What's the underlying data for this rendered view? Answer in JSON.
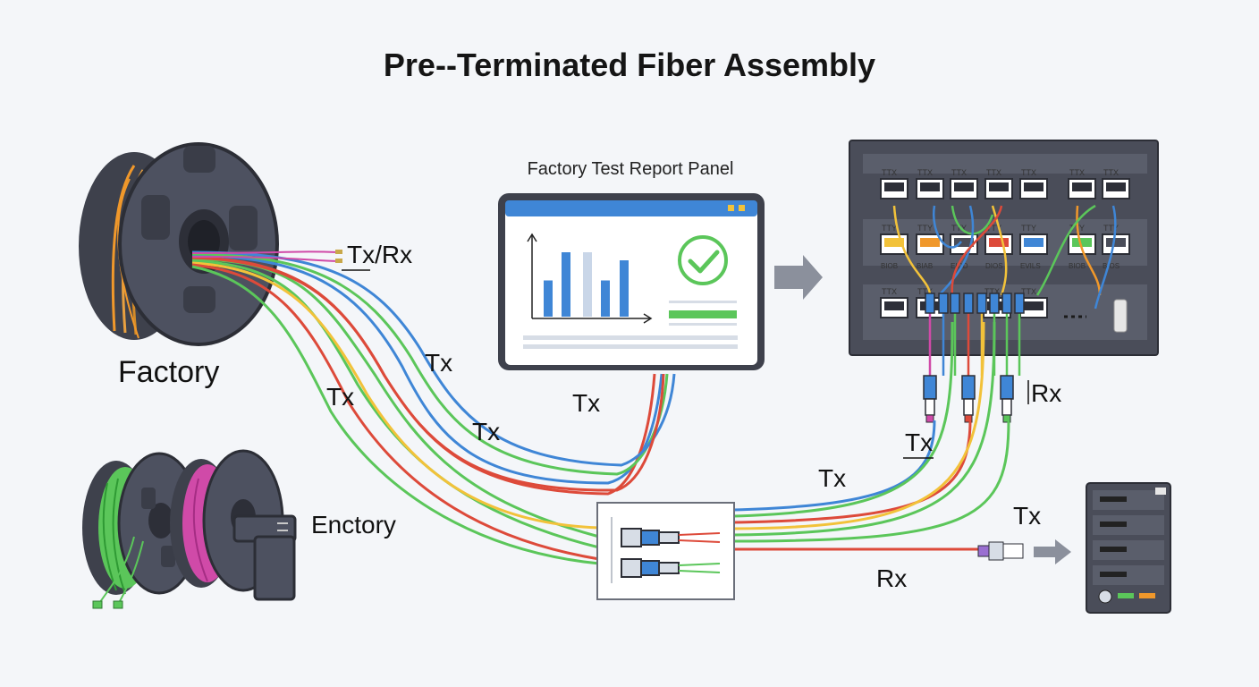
{
  "title": "Pre--Terminated Fiber Assembly",
  "test_panel": {
    "title": "Factory Test Report Panel",
    "bars": [
      0.45,
      0.8,
      0.8,
      0.45,
      0.7
    ]
  },
  "labels": {
    "tx_rx": "Tx/Rx",
    "factory": "Factory",
    "enctory": "Enctory",
    "tx_1": "Tx",
    "tx_2": "Tx",
    "tx_3": "Tx",
    "tx_4": "Tx",
    "tx_5": "Tx",
    "tx_6": "Tx",
    "tx_7": "Tx",
    "rx_1": "Rx",
    "rx_2": "Rx"
  },
  "patch_panel": {
    "row1_ports": [
      "TTX",
      "TTX",
      "TTX",
      "TTX",
      "TTX",
      "TTX",
      "TTX"
    ],
    "row2_ports": [
      "TTY",
      "TTY",
      "TTY",
      "TTY",
      "TTY",
      "TTY",
      "TTY"
    ],
    "row2_labels": [
      "BIOB",
      "BIAB",
      "EIOD",
      "DIOS",
      "EVILS",
      "BIOB",
      "BIOS"
    ],
    "row3_ports": [
      "TTX",
      "TTX",
      "TTX",
      "TTX"
    ]
  },
  "colors": {
    "orange": "#f0982b",
    "blue": "#3f86d6",
    "red": "#dd4a3a",
    "green": "#5bc65a",
    "yellow": "#f2c23a",
    "magenta": "#d04aa8",
    "purple": "#9a6fd1",
    "dark": "#4a4d59"
  }
}
